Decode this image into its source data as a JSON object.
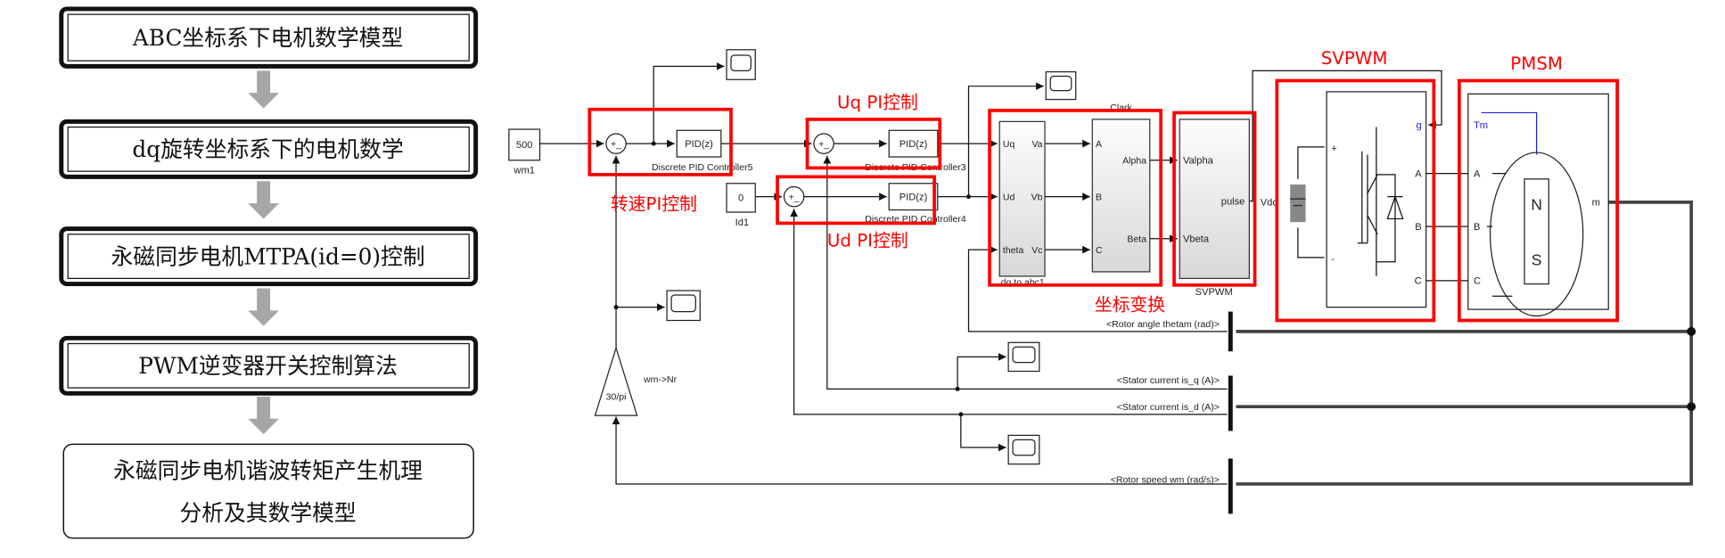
{
  "flowchart": {
    "steps": [
      "ABC坐标系下电机数学模型",
      "dq旋转坐标系下的电机数学",
      "永磁同步电机MTPA(id=0)控制",
      "PWM逆变器开关控制算法"
    ],
    "final_step": [
      "永磁同步电机谐波转矩产生机理",
      "分析及其数学模型"
    ]
  },
  "diagram": {
    "speed_ref": {
      "value": "500",
      "name": "wm1"
    },
    "id_ref": {
      "value": "0",
      "name": "Id1"
    },
    "pid_label": "PID(z)",
    "pid5_name": "Discrete PID Controller5",
    "pid3_name": "Discrete PID Controller3",
    "pid4_name": "Discrete PID Controller4",
    "sum_sign": "+_",
    "gain": {
      "value": "30/pi",
      "name": "wm->Nr"
    },
    "dq_block": {
      "name": "dq to abc1",
      "in": [
        "Uq",
        "Ud",
        "theta"
      ],
      "out": [
        "Va",
        "Vb",
        "Vc"
      ]
    },
    "clark_block": {
      "name": "Clark",
      "in": [
        "A",
        "B",
        "C"
      ],
      "out": [
        "Alpha",
        "Beta"
      ]
    },
    "svpwm_block": {
      "name": "SVPWM",
      "in": [
        "Valpha",
        "Vbeta"
      ],
      "out": "pulse"
    },
    "vdc_label": "Vdc",
    "inverter": {
      "ports": [
        "g",
        "A",
        "B",
        "C"
      ],
      "plus": "+",
      "minus": "-"
    },
    "pmsm": {
      "ports": [
        "Tm",
        "A",
        "B",
        "C"
      ],
      "out": "m",
      "n": "N",
      "s": "S"
    },
    "signals": [
      "<Rotor angle thetam (rad)>",
      "<Stator current is_q (A)>",
      "<Stator current is_d (A)>",
      "<Rotor speed wm (rad/s)>"
    ],
    "annotations": {
      "speed_pi": "转速PI控制",
      "uq_pi": "Uq PI控制",
      "ud_pi": "Ud PI控制",
      "transform": "坐标变换",
      "svpwm": "SVPWM",
      "pmsm": "PMSM"
    },
    "colors": {
      "highlight": "#ff0000",
      "port_blue": "#2020e0",
      "arrow_gray": "#a6a6a6"
    }
  }
}
